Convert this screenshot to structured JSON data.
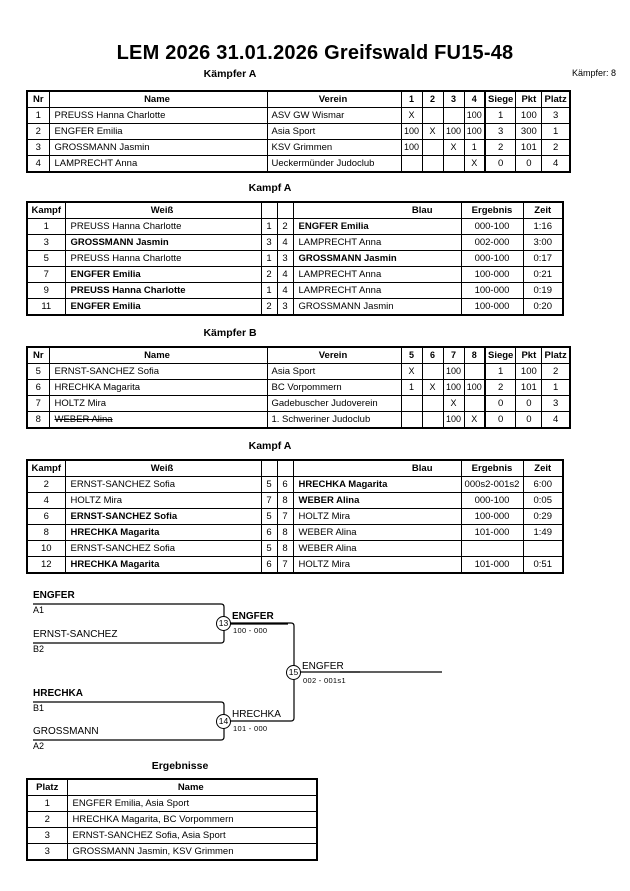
{
  "header": {
    "title": "LEM 2026  31.01.2026  Greifswald   FU15-48",
    "fighter_count_label": "Kämpfer: 8"
  },
  "captions": {
    "pool_a": "Kämpfer A",
    "matches_a1": "Kampf A",
    "pool_b": "Kämpfer B",
    "matches_a2": "Kampf A",
    "results": "Ergebnisse"
  },
  "pool_headers": {
    "nr": "Nr",
    "name": "Name",
    "verein": "Verein",
    "siege": "Siege",
    "pkt": "Pkt",
    "platz": "Platz"
  },
  "pool_a": {
    "opponent_cols": [
      "1",
      "2",
      "3",
      "4"
    ],
    "rows": [
      {
        "nr": "1",
        "name": "PREUSS Hanna Charlotte",
        "verein": "ASV GW Wismar",
        "cells": [
          "X",
          "",
          "",
          "100"
        ],
        "siege": "1",
        "pkt": "100",
        "platz": "3",
        "struck": false
      },
      {
        "nr": "2",
        "name": "ENGFER Emilia",
        "verein": "Asia Sport",
        "cells": [
          "100",
          "X",
          "100",
          "100"
        ],
        "siege": "3",
        "pkt": "300",
        "platz": "1",
        "struck": false
      },
      {
        "nr": "3",
        "name": "GROSSMANN Jasmin",
        "verein": "KSV Grimmen",
        "cells": [
          "100",
          "",
          "X",
          "1"
        ],
        "siege": "2",
        "pkt": "101",
        "platz": "2",
        "struck": false
      },
      {
        "nr": "4",
        "name": "LAMPRECHT Anna",
        "verein": "Ueckermünder Judoclub",
        "cells": [
          "",
          "",
          "",
          "X"
        ],
        "siege": "0",
        "pkt": "0",
        "platz": "4",
        "struck": false
      }
    ]
  },
  "pool_b": {
    "opponent_cols": [
      "5",
      "6",
      "7",
      "8"
    ],
    "rows": [
      {
        "nr": "5",
        "name": "ERNST-SANCHEZ Sofia",
        "verein": "Asia Sport",
        "cells": [
          "X",
          "",
          "100",
          ""
        ],
        "siege": "1",
        "pkt": "100",
        "platz": "2",
        "struck": false
      },
      {
        "nr": "6",
        "name": "HRECHKA Magarita",
        "verein": "BC Vorpommern",
        "cells": [
          "1",
          "X",
          "100",
          "100"
        ],
        "siege": "2",
        "pkt": "101",
        "platz": "1",
        "struck": false
      },
      {
        "nr": "7",
        "name": "HOLTZ Mira",
        "verein": "Gadebuscher Judoverein",
        "cells": [
          "",
          "",
          "X",
          ""
        ],
        "siege": "0",
        "pkt": "0",
        "platz": "3",
        "struck": false
      },
      {
        "nr": "8",
        "name": "WEBER Alina",
        "verein": "1. Schweriner Judoclub",
        "cells": [
          "",
          "",
          "100",
          "X"
        ],
        "siege": "0",
        "pkt": "0",
        "platz": "4",
        "struck": true
      }
    ]
  },
  "match_headers": {
    "kampf": "Kampf",
    "weiss": "Weiß",
    "blau": "Blau",
    "ergebnis": "Ergebnis",
    "zeit": "Zeit"
  },
  "matches_a1": [
    {
      "kampf": "1",
      "weiss": "PREUSS Hanna Charlotte",
      "weiss_bold": false,
      "n1": "1",
      "n2": "2",
      "blau": "ENGFER Emilia",
      "blau_bold": true,
      "ergebnis": "000-100",
      "zeit": "1:16"
    },
    {
      "kampf": "3",
      "weiss": "GROSSMANN Jasmin",
      "weiss_bold": true,
      "n1": "3",
      "n2": "4",
      "blau": "LAMPRECHT Anna",
      "blau_bold": false,
      "ergebnis": "002-000",
      "zeit": "3:00"
    },
    {
      "kampf": "5",
      "weiss": "PREUSS Hanna Charlotte",
      "weiss_bold": false,
      "n1": "1",
      "n2": "3",
      "blau": "GROSSMANN Jasmin",
      "blau_bold": true,
      "ergebnis": "000-100",
      "zeit": "0:17"
    },
    {
      "kampf": "7",
      "weiss": "ENGFER Emilia",
      "weiss_bold": true,
      "n1": "2",
      "n2": "4",
      "blau": "LAMPRECHT Anna",
      "blau_bold": false,
      "ergebnis": "100-000",
      "zeit": "0:21"
    },
    {
      "kampf": "9",
      "weiss": "PREUSS Hanna Charlotte",
      "weiss_bold": true,
      "n1": "1",
      "n2": "4",
      "blau": "LAMPRECHT Anna",
      "blau_bold": false,
      "ergebnis": "100-000",
      "zeit": "0:19"
    },
    {
      "kampf": "11",
      "weiss": "ENGFER Emilia",
      "weiss_bold": true,
      "n1": "2",
      "n2": "3",
      "blau": "GROSSMANN Jasmin",
      "blau_bold": false,
      "ergebnis": "100-000",
      "zeit": "0:20"
    }
  ],
  "matches_a2": [
    {
      "kampf": "2",
      "weiss": "ERNST-SANCHEZ Sofia",
      "weiss_bold": false,
      "n1": "5",
      "n2": "6",
      "blau": "HRECHKA Magarita",
      "blau_bold": true,
      "ergebnis": "000s2-001s2",
      "zeit": "6:00"
    },
    {
      "kampf": "4",
      "weiss": "HOLTZ Mira",
      "weiss_bold": false,
      "n1": "7",
      "n2": "8",
      "blau": "WEBER Alina",
      "blau_bold": true,
      "ergebnis": "000-100",
      "zeit": "0:05"
    },
    {
      "kampf": "6",
      "weiss": "ERNST-SANCHEZ Sofia",
      "weiss_bold": true,
      "n1": "5",
      "n2": "7",
      "blau": "HOLTZ Mira",
      "blau_bold": false,
      "ergebnis": "100-000",
      "zeit": "0:29"
    },
    {
      "kampf": "8",
      "weiss": "HRECHKA Magarita",
      "weiss_bold": true,
      "n1": "6",
      "n2": "8",
      "blau": "WEBER Alina",
      "blau_bold": false,
      "ergebnis": "101-000",
      "zeit": "1:49"
    },
    {
      "kampf": "10",
      "weiss": "ERNST-SANCHEZ Sofia",
      "weiss_bold": false,
      "n1": "5",
      "n2": "8",
      "blau": "WEBER Alina",
      "blau_bold": false,
      "ergebnis": "",
      "zeit": ""
    },
    {
      "kampf": "12",
      "weiss": "HRECHKA Magarita",
      "weiss_bold": true,
      "n1": "6",
      "n2": "7",
      "blau": "HOLTZ Mira",
      "blau_bold": false,
      "ergebnis": "101-000",
      "zeit": "0:51"
    }
  ],
  "bracket": {
    "entrants": [
      {
        "name": "ENGFER",
        "seed": "A1",
        "bold": true
      },
      {
        "name": "ERNST-SANCHEZ",
        "seed": "B2",
        "bold": false
      },
      {
        "name": "HRECHKA",
        "seed": "B1",
        "bold": true
      },
      {
        "name": "GROSSMANN",
        "seed": "A2",
        "bold": false
      }
    ],
    "semifinals": [
      {
        "number": "13",
        "winner": "ENGFER",
        "score": "100 - 000",
        "bold": true
      },
      {
        "number": "14",
        "winner": "HRECHKA",
        "score": "101 - 000",
        "bold": false
      }
    ],
    "final": {
      "number": "15",
      "winner": "ENGFER",
      "score": "002 - 001s1",
      "bold": false
    }
  },
  "results_headers": {
    "platz": "Platz",
    "name": "Name"
  },
  "results": [
    {
      "platz": "1",
      "name": "ENGFER Emilia, Asia Sport"
    },
    {
      "platz": "2",
      "name": "HRECHKA Magarita, BC Vorpommern"
    },
    {
      "platz": "3",
      "name": "ERNST-SANCHEZ Sofia, Asia Sport"
    },
    {
      "platz": "3",
      "name": "GROSSMANN Jasmin, KSV Grimmen"
    }
  ]
}
